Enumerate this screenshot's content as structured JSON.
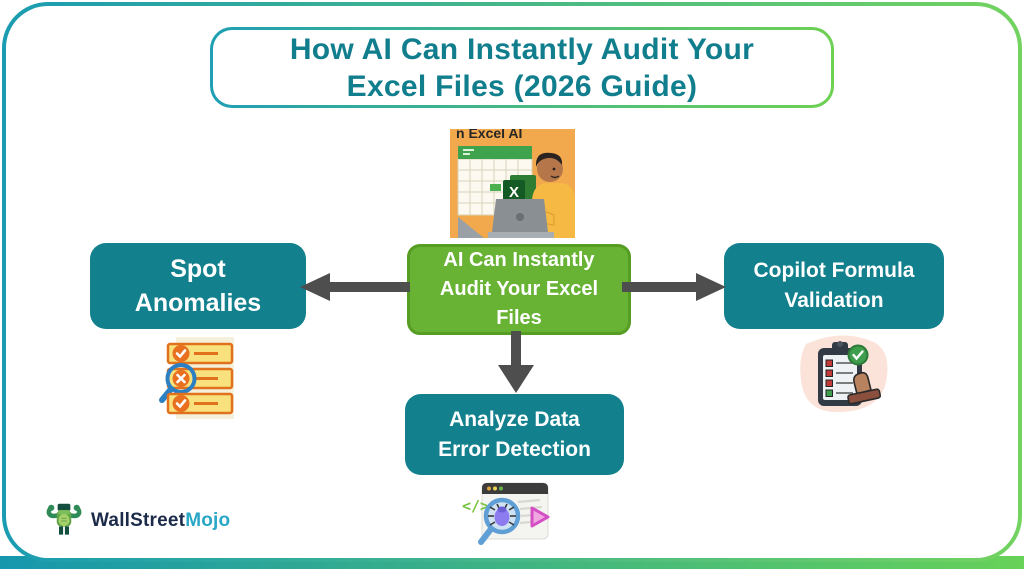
{
  "page": {
    "title": "How AI Can Instantly Audit Your\nExcel Files (2026 Guide)"
  },
  "colors": {
    "teal_box": "#12808d",
    "green_box": "#68b234",
    "green_box_border": "#569d24",
    "title_text": "#117e8e",
    "frame_gradient_start": "#1a9cb2",
    "frame_gradient_end": "#72d35f",
    "arrow": "#4e4e4e",
    "illustration_bg": "#f2a84c"
  },
  "center": {
    "label": "AI Can Instantly\nAudit Your Excel\nFiles",
    "illustration_text": "n Excel AI",
    "excel_logo_letter": "X"
  },
  "nodes": {
    "left": {
      "label": "Spot\nAnomalies",
      "icon": "checklist-anomaly-icon"
    },
    "right": {
      "label": "Copilot Formula\nValidation",
      "icon": "clipboard-validation-icon"
    },
    "bottom": {
      "label": "Analyze Data\nError Detection",
      "icon": "bug-scan-icon"
    }
  },
  "icons": {
    "bug_scan_code_glyph": "</>"
  },
  "footer": {
    "brand_wallstreet": "WallStreet",
    "brand_mojo": "Mojo"
  }
}
